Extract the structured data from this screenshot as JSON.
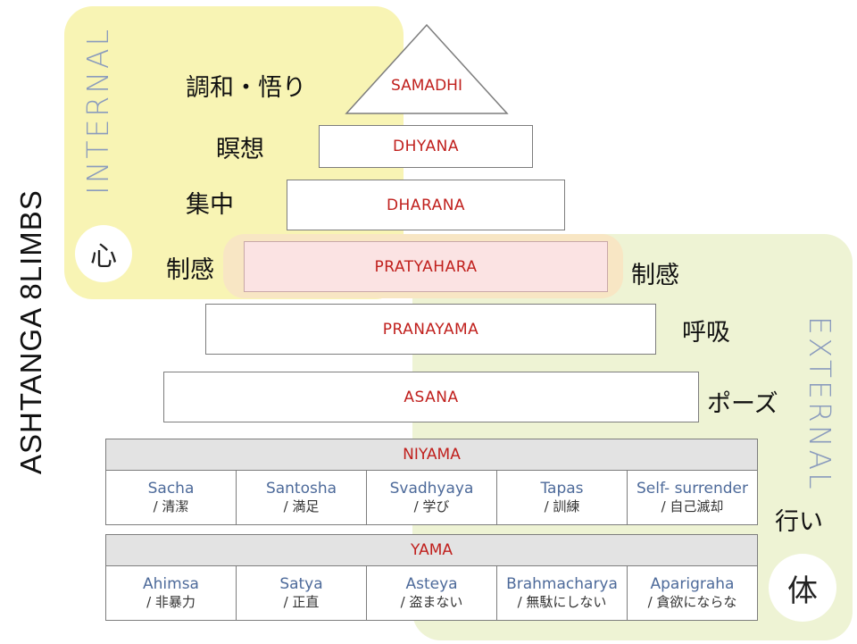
{
  "title": "ASHTANGA 8LIMBS",
  "zones": {
    "internal": {
      "label": "INTERNAL",
      "circle": "心"
    },
    "external": {
      "label": "EXTERNAL",
      "circle": "体"
    }
  },
  "pyramid": {
    "samadhi": "SAMADHI",
    "dhyana": "DHYANA",
    "dharana": "DHARANA",
    "pratyahara": "PRATYAHARA",
    "pranayama": "PRANAYAMA",
    "asana": "ASANA"
  },
  "annotations": {
    "samadhi": "調和・悟り",
    "dhyana": "瞑想",
    "dharana": "集中",
    "pratyahara_left": "制感",
    "pratyahara_right": "制感",
    "pranayama": "呼吸",
    "asana": "ポーズ",
    "conduct": "行い"
  },
  "niyama": {
    "title": "NIYAMA",
    "items": [
      {
        "name": "Sacha",
        "jp": "/ 清潔"
      },
      {
        "name": "Santosha",
        "jp": "/ 満足"
      },
      {
        "name": "Svadhyaya",
        "jp": "/ 学び"
      },
      {
        "name": "Tapas",
        "jp": "/ 訓練"
      },
      {
        "name": "Self- surrender",
        "jp": "/ 自己滅却"
      }
    ]
  },
  "yama": {
    "title": "YAMA",
    "items": [
      {
        "name": "Ahimsa",
        "jp": "/ 非暴力"
      },
      {
        "name": "Satya",
        "jp": "/ 正直"
      },
      {
        "name": "Asteya",
        "jp": "/ 盗まない"
      },
      {
        "name": "Brahmacharya",
        "jp": "/ 無駄にしない"
      },
      {
        "name": "Aparigraha",
        "jp": "/ 貪欲にならな"
      }
    ]
  },
  "colors": {
    "internal_zone": "#f8f4b4",
    "external_zone": "#eef3d4",
    "overlap_zone": "#f8e6c4",
    "limb_text": "#c0201d",
    "table_text": "#4d6a9a",
    "zone_label": "#8a9bbd"
  }
}
